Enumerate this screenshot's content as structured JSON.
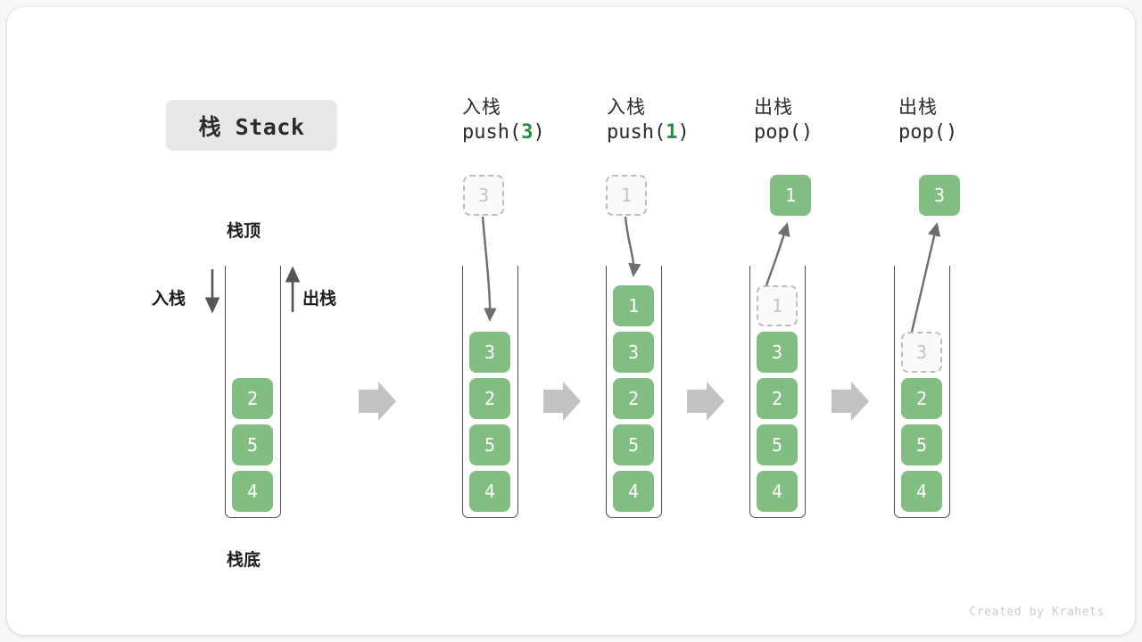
{
  "title": {
    "text": "栈 Stack"
  },
  "labels": {
    "top": "栈顶",
    "bottom": "栈底",
    "push": "入栈",
    "pop": "出栈"
  },
  "colors": {
    "element_green": "#82bd82",
    "arg_green": "#2e8b46",
    "ghost_gray": "#bdbdbd",
    "arrow_gray": "#6e6e6e",
    "flow_arrow_gray": "#c2c2c2",
    "chip_gray": "#e8e8e8"
  },
  "initial_stack": {
    "name": "initial",
    "items": [
      "2",
      "5",
      "4"
    ]
  },
  "steps": [
    {
      "id": "push3",
      "op_cn": "入栈",
      "op_code_prefix": "push(",
      "op_code_arg": "3",
      "op_code_suffix": ")",
      "pending_value": "3",
      "pending_state": "ghost-above",
      "stack_items": [
        "3",
        "2",
        "5",
        "4"
      ],
      "arrow_direction": "down"
    },
    {
      "id": "push1",
      "op_cn": "入栈",
      "op_code_prefix": "push(",
      "op_code_arg": "1",
      "op_code_suffix": ")",
      "pending_value": "1",
      "pending_state": "ghost-above",
      "stack_items": [
        "1",
        "3",
        "2",
        "5",
        "4"
      ],
      "arrow_direction": "down"
    },
    {
      "id": "pop1",
      "op_cn": "出栈",
      "op_code_prefix": "pop(",
      "op_code_arg": "",
      "op_code_suffix": ")",
      "pending_value": "1",
      "pending_state": "filled-above",
      "stack_items": [
        "1",
        "3",
        "2",
        "5",
        "4"
      ],
      "removed_index": 0,
      "arrow_direction": "up"
    },
    {
      "id": "pop3",
      "op_cn": "出栈",
      "op_code_prefix": "pop(",
      "op_code_arg": "",
      "op_code_suffix": ")",
      "pending_value": "3",
      "pending_state": "filled-above",
      "stack_items": [
        "3",
        "2",
        "5",
        "4"
      ],
      "removed_index": 0,
      "arrow_direction": "up"
    }
  ],
  "flow_arrows": 4,
  "credit": "Created by Krahets"
}
